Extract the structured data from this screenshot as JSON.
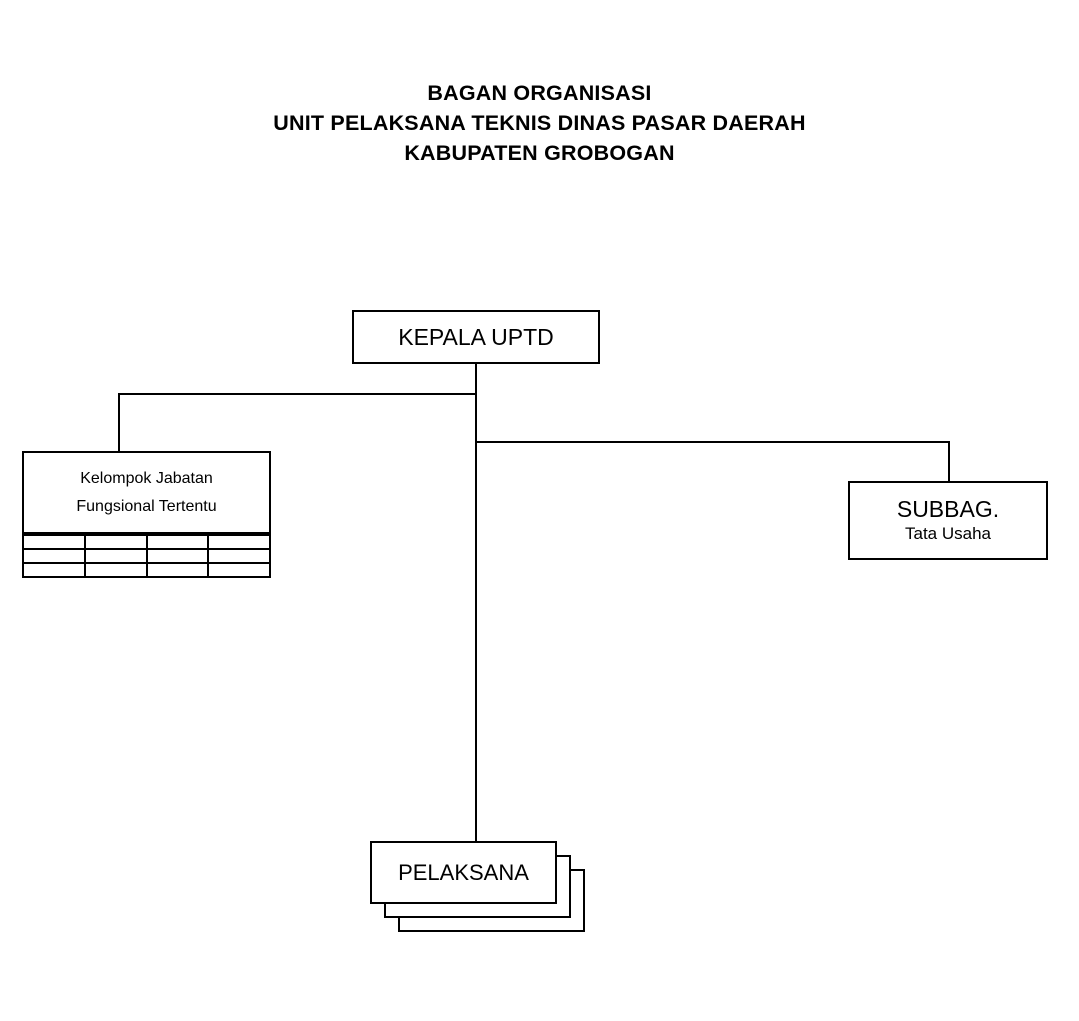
{
  "document": {
    "title_lines": [
      "BAGAN ORGANISASI",
      "UNIT PELAKSANA TEKNIS DINAS PASAR DAERAH",
      "KABUPATEN GROBOGAN"
    ]
  },
  "nodes": {
    "kepala": {
      "label": "KEPALA UPTD"
    },
    "kelompok": {
      "line1": "Kelompok Jabatan",
      "line2": "Fungsional Tertentu",
      "grid": {
        "rows": 3,
        "columns": 4,
        "cells": [
          [
            "",
            "",
            "",
            ""
          ],
          [
            "",
            "",
            "",
            ""
          ],
          [
            "",
            "",
            "",
            ""
          ]
        ]
      }
    },
    "subbag": {
      "line1": "SUBBAG.",
      "line2": "Tata Usaha"
    },
    "pelaksana": {
      "label": "PELAKSANA",
      "stack_count": 3
    }
  },
  "colors": {
    "line": "#000000",
    "text": "#000000",
    "background": "#ffffff"
  }
}
